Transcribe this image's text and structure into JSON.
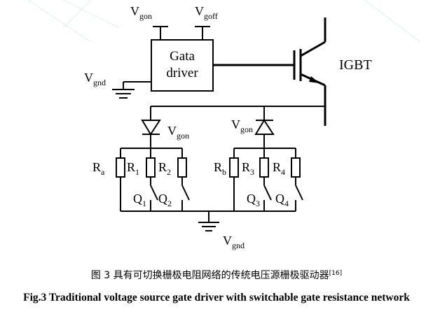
{
  "labels": {
    "vgon_top": {
      "main": "V",
      "sub": "gon"
    },
    "vgoff_top": {
      "main": "V",
      "sub": "goff"
    },
    "vgnd_left": {
      "main": "V",
      "sub": "gnd"
    },
    "driver_line1": "Gata",
    "driver_line2": "driver",
    "igbt": "IGBT",
    "vgon_left_diode": {
      "main": "V",
      "sub": "gon"
    },
    "vgon_right_diode": {
      "main": "V",
      "sub": "gon"
    },
    "ra": {
      "main": "R",
      "sub": "a"
    },
    "r1": {
      "main": "R",
      "sub": "1"
    },
    "r2": {
      "main": "R",
      "sub": "2"
    },
    "rb": {
      "main": "R",
      "sub": "b"
    },
    "r3": {
      "main": "R",
      "sub": "3"
    },
    "r4": {
      "main": "R",
      "sub": "4"
    },
    "q1": {
      "main": "Q",
      "sub": "1"
    },
    "q2": {
      "main": "Q",
      "sub": "2"
    },
    "q3": {
      "main": "Q",
      "sub": "3"
    },
    "q4": {
      "main": "Q",
      "sub": "4"
    },
    "vgnd_bottom": {
      "main": "V",
      "sub": "gnd"
    }
  },
  "caption": {
    "cn": "图 3  具有可切换栅极电阻网络的传统电压源栅极驱动器",
    "cn_ref": "[16]",
    "en": "Fig.3 Traditional voltage source gate driver with switchable gate resistance network"
  }
}
